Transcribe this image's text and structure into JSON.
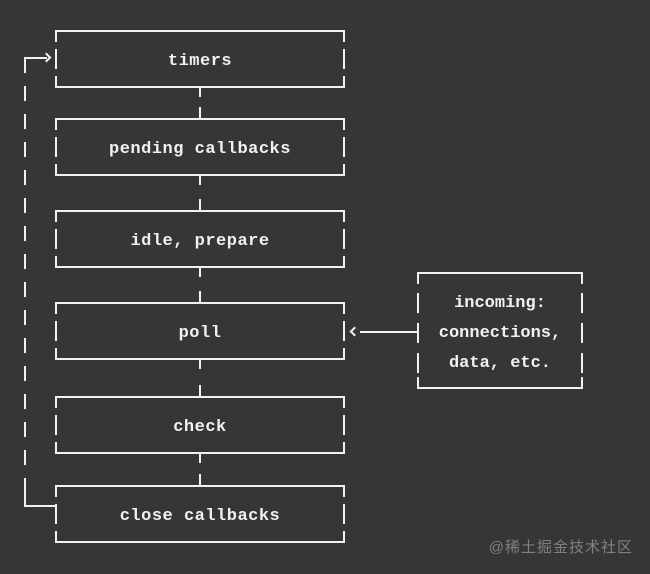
{
  "diagram": {
    "phases": [
      {
        "label": "timers"
      },
      {
        "label": "pending callbacks"
      },
      {
        "label": "idle, prepare"
      },
      {
        "label": "poll"
      },
      {
        "label": "check"
      },
      {
        "label": "close callbacks"
      }
    ],
    "incoming_box": {
      "lines": [
        "incoming:",
        "connections,",
        "data, etc."
      ]
    }
  },
  "watermark": "@稀土掘金技术社区",
  "colors": {
    "bg": "#383535",
    "line": "#f3f1ef",
    "wm": "#8e8c8c"
  }
}
